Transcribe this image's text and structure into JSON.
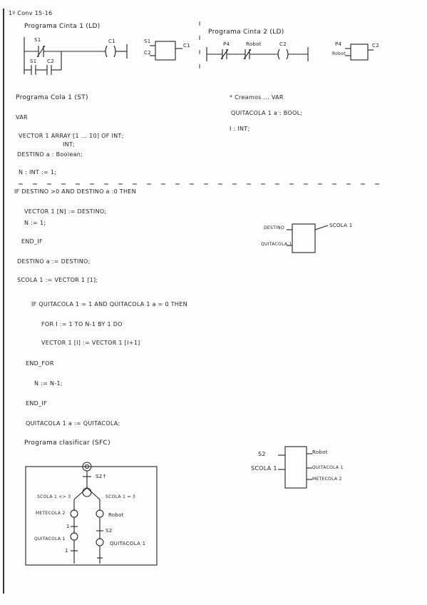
{
  "header": "1º Conv 15-16",
  "ladder1": {
    "title": "Programa Cinta 1 (LD)",
    "contacts": [
      "S1",
      "S1",
      "C2"
    ],
    "coil": "C1",
    "block_inputs": [
      "S1",
      "C2"
    ],
    "block_output": "C1"
  },
  "ladder2": {
    "title": "Programa Cinta 2 (LD)",
    "contacts": [
      "P4",
      "Robot"
    ],
    "coil": "C2",
    "block_inputs": [
      "P4",
      "Robot"
    ],
    "block_output": "C2"
  },
  "st_program": {
    "title": "Programa Cola 1 (ST)",
    "lines": [
      "VAR",
      "VECTOR 1 ARRAY [1 ... 10] OF INT;",
      "INT;",
      "DESTINO a : Boolean;",
      "N : INT := 1;",
      "IF DESTINO >0 AND DESTINO a :0 THEN",
      "VECTOR 1 [N] := DESTINO;",
      "N := 1;",
      "END_IF",
      "DESTINO a := DESTINO;",
      "SCOLA 1 := VECTOR 1 [1];",
      "IF QUITACOLA 1 = 1 AND QUITACOLA 1 a = 0 THEN",
      "FOR I := 1 TO N-1 BY 1 DO",
      "VECTOR 1 [I] := VECTOR 1 [I+1]",
      "END_FOR",
      "N := N-1;",
      "END_IF",
      "QUITACOLA 1 a := QUITACOLA;"
    ]
  },
  "var_note": {
    "lines": [
      "* Creamos ... VAR",
      "QUITACOLA 1 a : BOOL;",
      "I : INT;"
    ]
  },
  "fb_cola": {
    "inputs": [
      "DESTINO",
      "QUITACOLA 1"
    ],
    "output": "SCOLA 1"
  },
  "sfc": {
    "title": "Programa clasificar (SFC)",
    "initial_label": "S2↑",
    "left_condition": "SCOLA 1 <> 3",
    "right_condition": "SCOLA 1 = 3",
    "left_steps": [
      "METECOLA 2",
      "QUITACOLA 1"
    ],
    "left_transitions": [
      "1",
      "1"
    ],
    "right_steps": [
      "Robot",
      "QUITACOLA 1"
    ],
    "right_transition": "S2"
  },
  "fb_class": {
    "inputs": [
      "S2",
      "SCOLA 1"
    ],
    "outputs": [
      "Robot",
      "QUITACOLA 1",
      "METECOLA 2"
    ]
  }
}
